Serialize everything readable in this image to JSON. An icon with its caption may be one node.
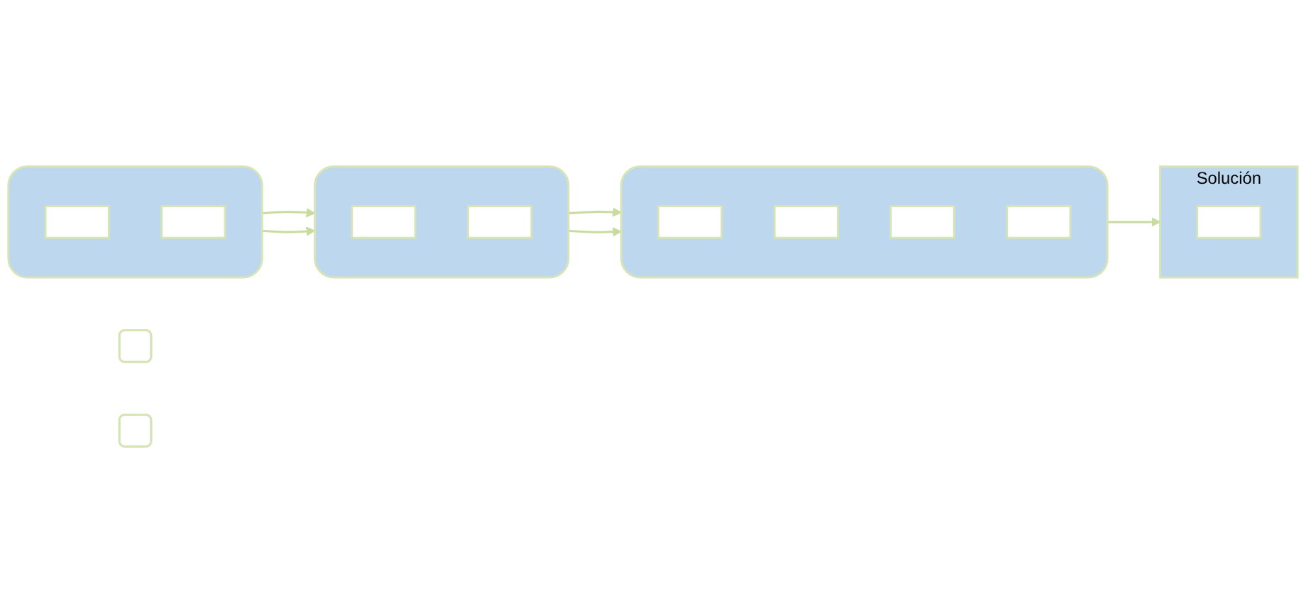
{
  "diagram": {
    "nodes": [
      {
        "text": [],
        "shape": "box"
      },
      {
        "text": [],
        "shape": "box"
      },
      {
        "text": [],
        "shape": "box"
      },
      {
        "text": [],
        "shape": "box",
        "in": 0
      },
      {
        "text": [],
        "shape": "box",
        "in": 0
      },
      {
        "text": [],
        "shape": "box"
      },
      {
        "text": [],
        "shape": "box",
        "in": 5
      },
      {
        "text": [],
        "shape": "box",
        "in": 5
      },
      {
        "text": [],
        "shape": "box"
      },
      {
        "text": [],
        "shape": "box",
        "in": 8
      },
      {
        "text": [],
        "shape": "box",
        "in": 8
      },
      {
        "text": [],
        "shape": "box",
        "in": 8
      },
      {
        "text": [],
        "shape": "box",
        "in": 8
      },
      {
        "text": [
          "Solución"
        ]
      },
      {
        "text": [],
        "shape": "box",
        "in": 13
      }
    ],
    "edges": [
      {
        "from": 0,
        "to": 5,
        "arrow": "to"
      },
      {
        "from": 0,
        "to": 5,
        "arrow": "to"
      },
      {
        "from": 5,
        "to": 8,
        "arrow": "to"
      },
      {
        "from": 5,
        "to": 8,
        "arrow": "to"
      },
      {
        "from": 8,
        "to": 13,
        "arrow": "to"
      }
    ]
  }
}
